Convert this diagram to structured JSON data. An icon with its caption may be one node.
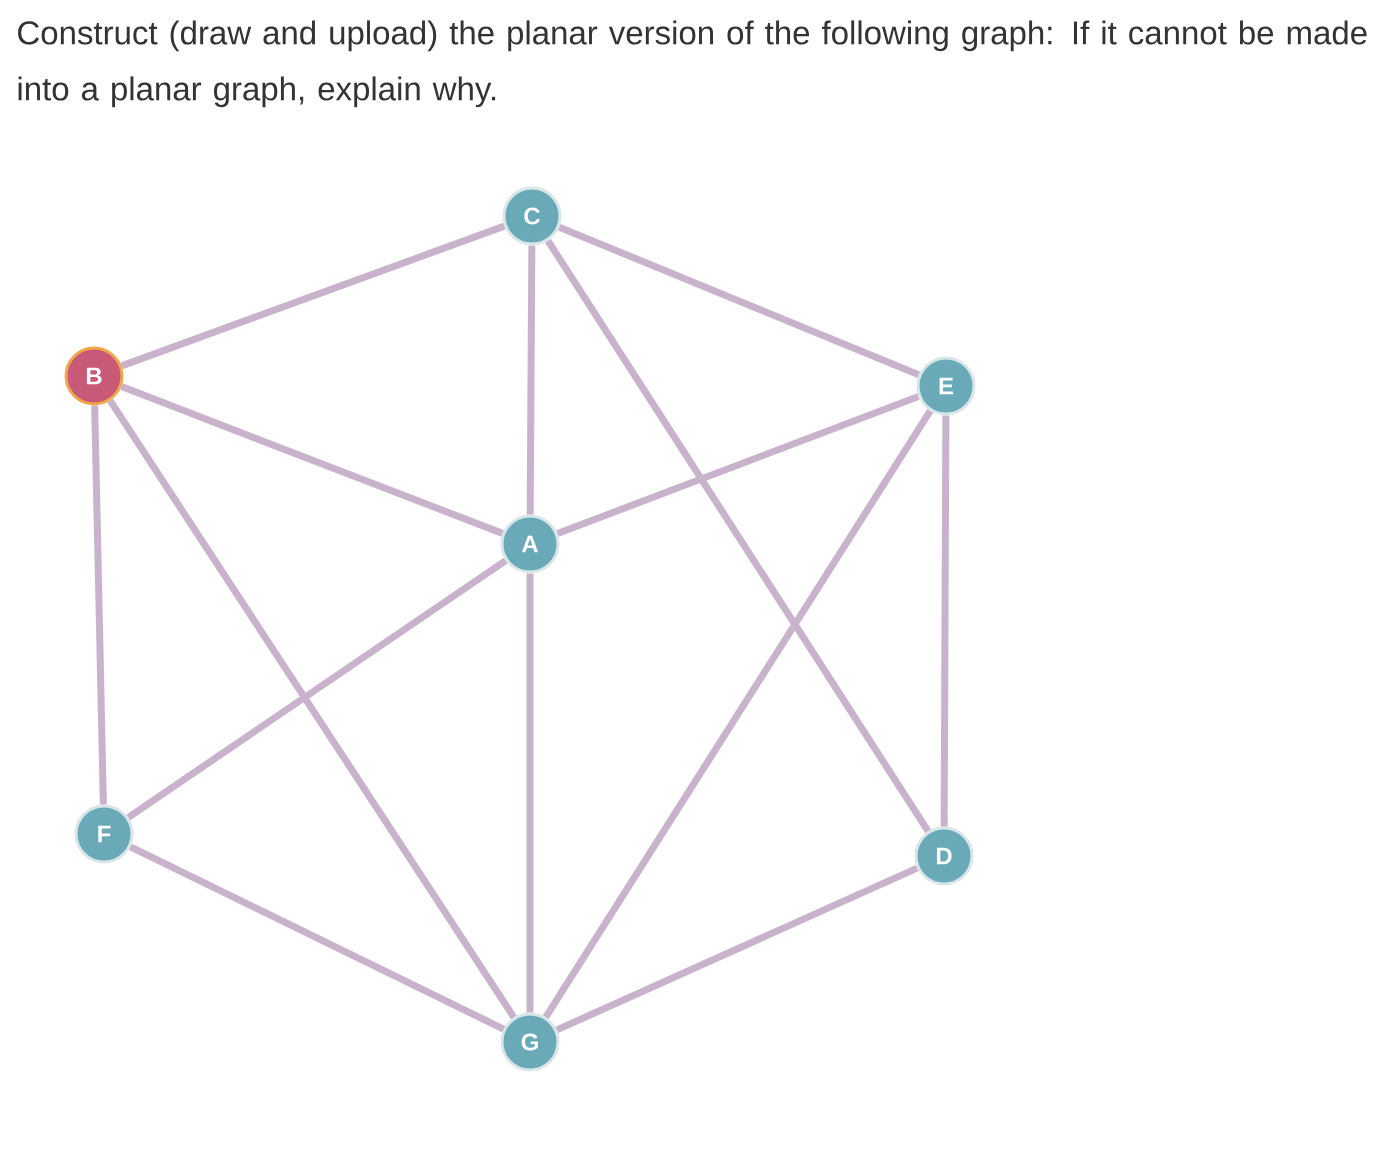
{
  "diagram": {
    "title": "Construct (draw and upload) the planar version of the following graph: If it cannot be made into a planar graph, explain why.",
    "nodes": [
      {
        "text": [
          "C"
        ]
      },
      {
        "text": [
          "B"
        ]
      },
      {
        "text": [
          "E"
        ]
      },
      {
        "text": [
          "A"
        ]
      },
      {
        "text": [
          "F"
        ]
      },
      {
        "text": [
          "D"
        ]
      },
      {
        "text": [
          "G"
        ]
      }
    ],
    "edges": [
      {
        "from": 1,
        "to": 0,
        "arrow": "none"
      },
      {
        "from": 0,
        "to": 2,
        "arrow": "none"
      },
      {
        "from": 0,
        "to": 3,
        "arrow": "none"
      },
      {
        "from": 0,
        "to": 5,
        "arrow": "none"
      },
      {
        "from": 1,
        "to": 3,
        "arrow": "none"
      },
      {
        "from": 1,
        "to": 4,
        "arrow": "none"
      },
      {
        "from": 1,
        "to": 6,
        "arrow": "none"
      },
      {
        "from": 2,
        "to": 3,
        "arrow": "none"
      },
      {
        "from": 2,
        "to": 5,
        "arrow": "none"
      },
      {
        "from": 2,
        "to": 6,
        "arrow": "none"
      },
      {
        "from": 3,
        "to": 4,
        "arrow": "none"
      },
      {
        "from": 3,
        "to": 6,
        "arrow": "none"
      },
      {
        "from": 4,
        "to": 6,
        "arrow": "none"
      },
      {
        "from": 6,
        "to": 5,
        "arrow": "none"
      }
    ]
  }
}
